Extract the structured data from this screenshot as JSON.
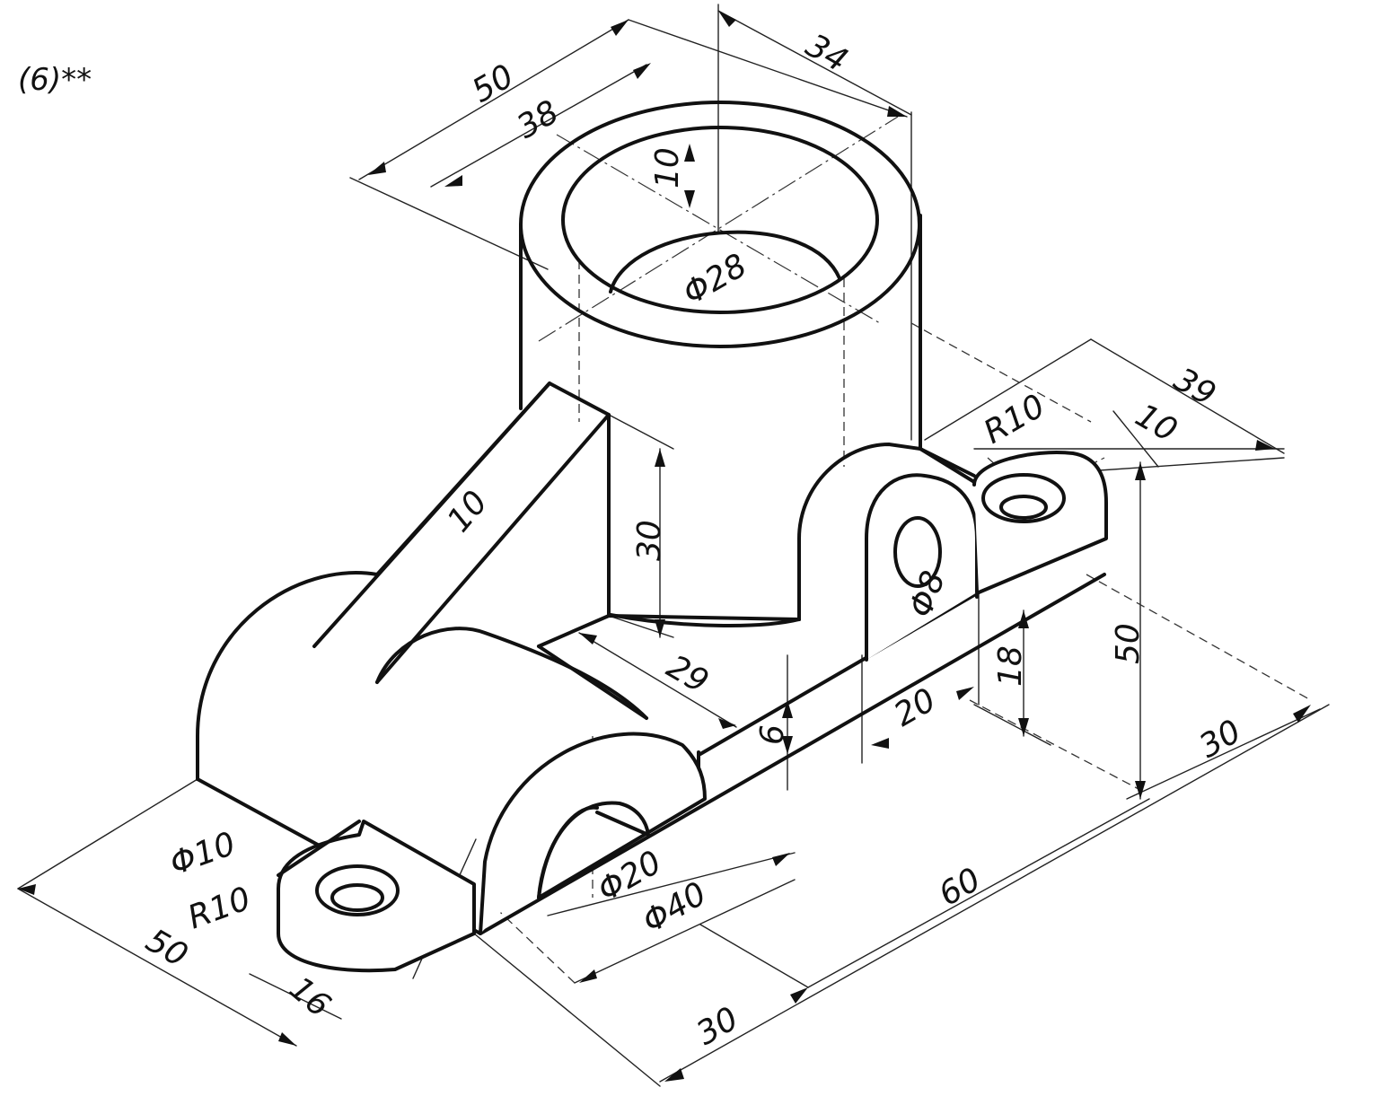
{
  "title": "(6)**",
  "dimensions": {
    "top_50": "50",
    "top_38": "38",
    "top_34": "34",
    "bore_10": "10",
    "bore_phi28": "Φ28",
    "rib_10": "10",
    "height_30": "30",
    "right_R10": "R10",
    "right_39": "39",
    "right_10": "10",
    "lug_phi8": "Φ8",
    "height_50_right": "50",
    "height_18": "18",
    "width_20": "20",
    "depth_29": "29",
    "base_6": "6",
    "right_30": "30",
    "left_phi10": "Φ10",
    "left_R10": "R10",
    "left_50": "50",
    "left_16": "16",
    "arch_phi20": "Φ20",
    "arch_phi40": "Φ40",
    "bottom_60": "60",
    "bottom_30": "30"
  }
}
